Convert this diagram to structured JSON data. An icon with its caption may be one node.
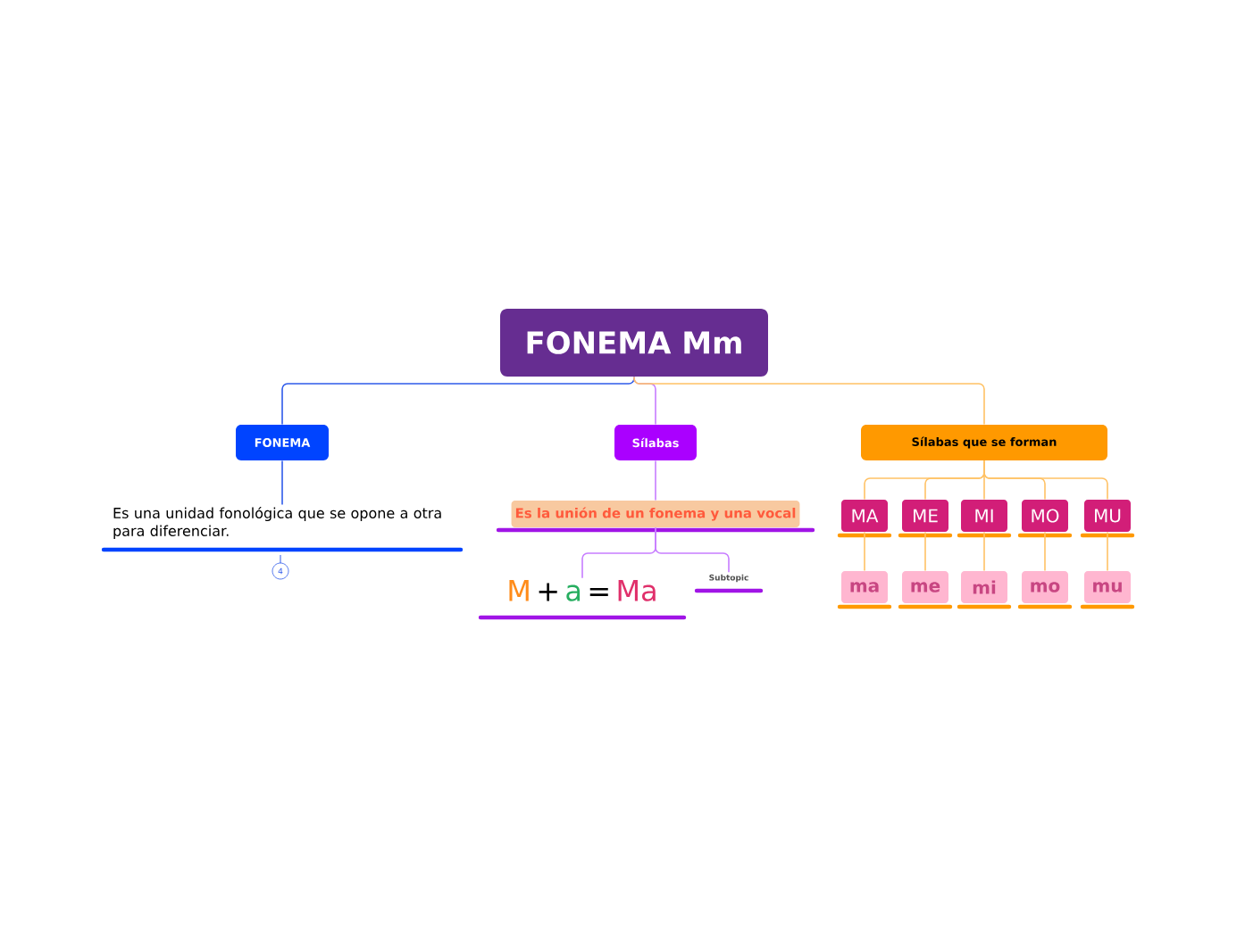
{
  "diagram": {
    "nodes": [
      {
        "text": [
          "FONEMA Mm"
        ]
      },
      {
        "text": [
          "FONEMA"
        ]
      },
      {
        "text": [
          "Sílabas"
        ]
      },
      {
        "text": [
          "Sílabas que se forman"
        ]
      },
      {
        "text": [
          "Es una unidad fonológica que se opone a otra para diferenciar."
        ]
      },
      {
        "text": [
          "Es la unión de un fonema y una vocal"
        ]
      },
      {
        "text": [
          "M",
          "+",
          "a",
          "=",
          "Ma"
        ]
      },
      {
        "text": [
          "Subtopic"
        ]
      },
      {
        "text": [
          "MA"
        ]
      },
      {
        "text": [
          "ME"
        ]
      },
      {
        "text": [
          "MI"
        ]
      },
      {
        "text": [
          "MO"
        ]
      },
      {
        "text": [
          "MU"
        ]
      },
      {
        "text": [
          "ma"
        ]
      },
      {
        "text": [
          "me"
        ]
      },
      {
        "text": [
          "mi"
        ]
      },
      {
        "text": [
          "mo"
        ]
      },
      {
        "text": [
          "mu"
        ]
      }
    ],
    "edges": [
      {
        "from": 0,
        "to": 1,
        "arrow": "none",
        "color": "#2f5bea"
      },
      {
        "from": 0,
        "to": 2,
        "arrow": "none",
        "color": "#c77dff"
      },
      {
        "from": 0,
        "to": 3,
        "arrow": "none"
      },
      {
        "from": 1,
        "to": 4,
        "arrow": "none",
        "color": "#2f5bea"
      },
      {
        "from": 2,
        "to": 5,
        "arrow": "none",
        "color": "#c77dff"
      },
      {
        "from": 5,
        "to": 6,
        "arrow": "none",
        "color": "#c77dff"
      },
      {
        "from": 5,
        "to": 7,
        "arrow": "none",
        "color": "#c77dff"
      },
      {
        "from": 3,
        "to": 8,
        "arrow": "none"
      },
      {
        "from": 3,
        "to": 9,
        "arrow": "none"
      },
      {
        "from": 3,
        "to": 10,
        "arrow": "none"
      },
      {
        "from": 3,
        "to": 11,
        "arrow": "none"
      },
      {
        "from": 3,
        "to": 12,
        "arrow": "none"
      },
      {
        "from": 8,
        "to": 13,
        "arrow": "none"
      },
      {
        "from": 9,
        "to": 14,
        "arrow": "none"
      },
      {
        "from": 10,
        "to": 15,
        "arrow": "none"
      },
      {
        "from": 11,
        "to": 16,
        "arrow": "none"
      },
      {
        "from": 12,
        "to": 17,
        "arrow": "none"
      }
    ],
    "labels": [
      "4"
    ]
  }
}
